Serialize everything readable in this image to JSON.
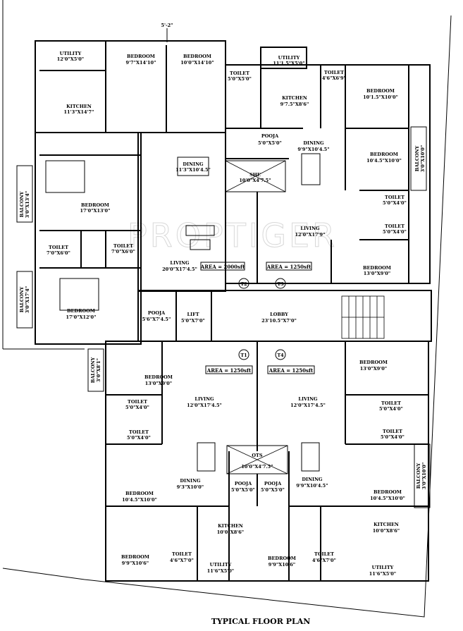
{
  "title": "TYPICAL FLOOR PLAN",
  "dimension_top": "5'-2\"",
  "watermark": "PROPTIGER",
  "units": {
    "T1": {
      "tag": "T1",
      "area": "AREA = 1250sft"
    },
    "T2": {
      "tag": "T2",
      "area": "AREA = 2000sft"
    },
    "T3": {
      "tag": "T3",
      "area": "AREA = 1250sft"
    },
    "T4": {
      "tag": "T4",
      "area": "AREA = 1250sft"
    }
  },
  "rooms": [
    {
      "name": "UTILITY",
      "size": "12'0\"X5'0\""
    },
    {
      "name": "BEDROOM",
      "size": "9'7\"X14'10\""
    },
    {
      "name": "BEDROOM",
      "size": "10'0\"X14'10\""
    },
    {
      "name": "KITCHEN",
      "size": "11'3\"X14'7\""
    },
    {
      "name": "DINING",
      "size": "11'3\"X10'4.5\""
    },
    {
      "name": "BEDROOM",
      "size": "17'0\"X13'0\""
    },
    {
      "name": "TOILET",
      "size": "7'0\"X6'0\""
    },
    {
      "name": "TOILET",
      "size": "7'0\"X6'0\""
    },
    {
      "name": "LIVING",
      "size": "20'0\"X17'4.5\""
    },
    {
      "name": "BEDROOM",
      "size": "17'0\"X12'0\""
    },
    {
      "name": "BALCONY",
      "size": "3'0\"X13'4\""
    },
    {
      "name": "BALCONY",
      "size": "3'0\"X17'4\""
    },
    {
      "name": "POOJA",
      "size": "5'6\"X7'4.5\""
    },
    {
      "name": "LIFT",
      "size": "5'0\"X7'0\""
    },
    {
      "name": "LOBBY",
      "size": "23'10.5\"X7'0\""
    },
    {
      "name": "UTILITY",
      "size": "11'1.5\"X5'0\""
    },
    {
      "name": "TOILET",
      "size": "5'0\"X5'0\""
    },
    {
      "name": "TOILET",
      "size": "4'6\"X6'9\""
    },
    {
      "name": "KITCHEN",
      "size": "9'7.5\"X8'6\""
    },
    {
      "name": "BEDROOM",
      "size": "10'1.5\"X10'0\""
    },
    {
      "name": "POOJA",
      "size": "5'0\"X5'0\""
    },
    {
      "name": "DINING",
      "size": "9'9\"X10'4.5\""
    },
    {
      "name": "SHE",
      "size": "10'0\"X4'7.5\""
    },
    {
      "name": "BEDROOM",
      "size": "10'4.5\"X10'0\""
    },
    {
      "name": "BALCONY",
      "size": "3'0\"X10'0\""
    },
    {
      "name": "LIVING",
      "size": "12'0\"X17'9\""
    },
    {
      "name": "TOILET",
      "size": "5'0\"X4'0\""
    },
    {
      "name": "TOILET",
      "size": "5'0\"X4'0\""
    },
    {
      "name": "BEDROOM",
      "size": "13'0\"X9'0\""
    },
    {
      "name": "BEDROOM",
      "size": "13'0\"X9'0\""
    },
    {
      "name": "BALCONY",
      "size": "3'0\"X8'1\""
    },
    {
      "name": "LIVING",
      "size": "12'0\"X17'4.5\""
    },
    {
      "name": "TOILET",
      "size": "5'0\"X4'0\""
    },
    {
      "name": "TOILET",
      "size": "5'0\"X4'0\""
    },
    {
      "name": "BEDROOM",
      "size": "13'0\"X9'0\""
    },
    {
      "name": "LIVING",
      "size": "12'0\"X17'4.5\""
    },
    {
      "name": "TOILET",
      "size": "5'0\"X4'0\""
    },
    {
      "name": "TOILET",
      "size": "5'0\"X4'0\""
    },
    {
      "name": "DINING",
      "size": "9'3\"X10'0\""
    },
    {
      "name": "OTS",
      "size": "10'0\"X4'7.5\""
    },
    {
      "name": "DINING",
      "size": "9'9\"X10'4.5\""
    },
    {
      "name": "POOJA",
      "size": "5'0\"X5'0\""
    },
    {
      "name": "POOJA",
      "size": "5'0\"X5'0\""
    },
    {
      "name": "BEDROOM",
      "size": "10'4.5\"X10'0\""
    },
    {
      "name": "BEDROOM",
      "size": "10'4.5\"X10'0\""
    },
    {
      "name": "BALCONY",
      "size": "3'0\"X10'0\""
    },
    {
      "name": "KITCHEN",
      "size": "10'0\"X8'6\""
    },
    {
      "name": "KITCHEN",
      "size": "10'0\"X8'6\""
    },
    {
      "name": "BEDROOM",
      "size": "9'9\"X10'6\""
    },
    {
      "name": "BEDROOM",
      "size": "9'9\"X10'6\""
    },
    {
      "name": "TOILET",
      "size": "4'6\"X7'0\""
    },
    {
      "name": "TOILET",
      "size": "4'6\"X7'0\""
    },
    {
      "name": "UTILITY",
      "size": "11'6\"X5'0\""
    },
    {
      "name": "UTILITY",
      "size": "11'6\"X5'0\""
    }
  ]
}
